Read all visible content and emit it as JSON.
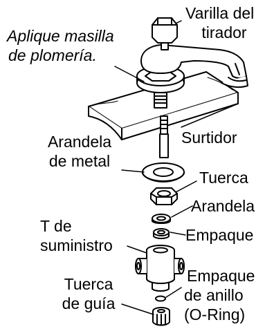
{
  "labels": {
    "varilla_line1": "Varilla del",
    "varilla_line2": "tirador",
    "aplique_line1": "Aplique masilla",
    "aplique_line2": "de plomería.",
    "surtidor": "Surtidor",
    "arandela_metal_line1": "Arandela",
    "arandela_metal_line2": "de metal",
    "tuerca": "Tuerca",
    "arandela": "Arandela",
    "t_line1": "T de",
    "t_line2": "suministro",
    "empaque": "Empaque",
    "tuerca_guia_line1": "Tuerca",
    "tuerca_guia_line2": "de guía",
    "oring_line1": "Empaque",
    "oring_line2": "de anillo",
    "oring_line3": "(O-Ring)"
  }
}
